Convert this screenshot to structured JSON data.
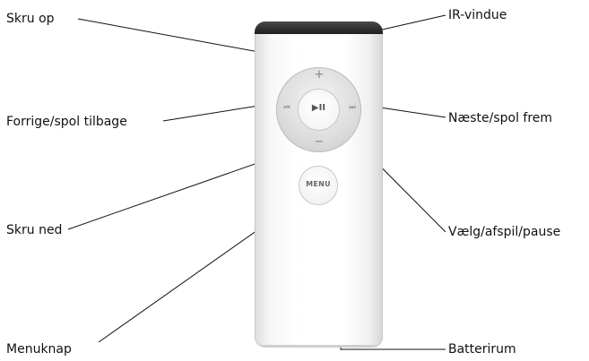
{
  "labels": {
    "volume_up": "Skru op",
    "ir_window": "IR-vindue",
    "previous": "Forrige/spol tilbage",
    "next": "Næste/spol frem",
    "volume_down": "Skru ned",
    "select": "Vælg/afspil/pause",
    "menu": "Menuknap",
    "battery": "Batterirum"
  },
  "remote": {
    "plus_symbol": "+",
    "minus_symbol": "−",
    "prev_symbol": "⏮",
    "next_symbol": "⏭",
    "playpause_symbol": "▶II",
    "menu_text": "MENU"
  }
}
